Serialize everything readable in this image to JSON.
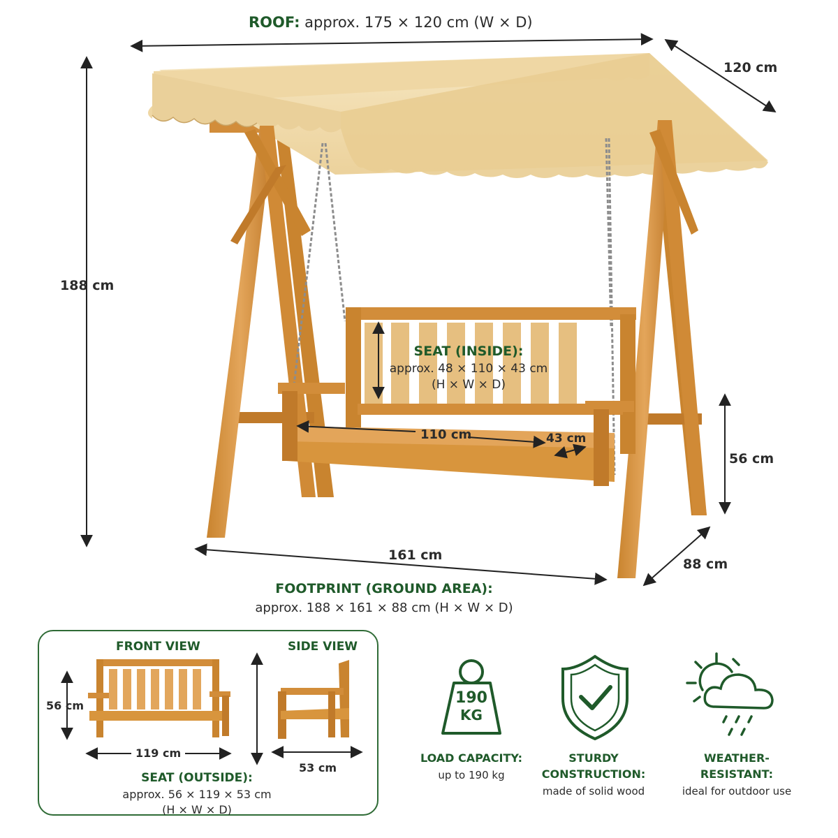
{
  "roof": {
    "heading": "ROOF:",
    "text": "approx. 175 × 120 cm (W × D)",
    "depth": "120 cm"
  },
  "dimensions": {
    "height": "188 cm",
    "seat_height": "56 cm",
    "ground_width": "161 cm",
    "ground_depth": "88 cm",
    "seat_width": "110 cm",
    "seat_depth": "43 cm"
  },
  "seat_inside": {
    "heading": "SEAT (INSIDE):",
    "line1": "approx. 48 × 110 × 43 cm",
    "line2": "(H × W × D)"
  },
  "footprint": {
    "heading": "FOOTPRINT (GROUND AREA):",
    "text": "approx. 188 × 161 × 88 cm (H × W × D)"
  },
  "views": {
    "front_title": "FRONT VIEW",
    "side_title": "SIDE VIEW",
    "front_height": "56 cm",
    "front_width": "119 cm",
    "side_depth": "53 cm",
    "seat_outside_heading": "SEAT (OUTSIDE):",
    "seat_outside_line1": "approx. 56 × 119 × 53 cm",
    "seat_outside_line2": "(H × W × D)"
  },
  "features": [
    {
      "icon": "weight-icon",
      "badge_line1": "190",
      "badge_line2": "KG",
      "title1": "LOAD CAPACITY:",
      "title2": "",
      "desc": "up to 190 kg"
    },
    {
      "icon": "shield-check-icon",
      "title1": "STURDY",
      "title2": "CONSTRUCTION:",
      "desc": "made of solid wood"
    },
    {
      "icon": "weather-icon",
      "title1": "WEATHER-",
      "title2": "RESISTANT:",
      "desc": "ideal for outdoor use"
    }
  ],
  "colors": {
    "accent": "#1f5a2a",
    "wood": "#d8953d",
    "wood_dark": "#b9762a",
    "canopy": "#f1dcae",
    "canopy_shadow": "#e2c488",
    "line": "#222222"
  }
}
